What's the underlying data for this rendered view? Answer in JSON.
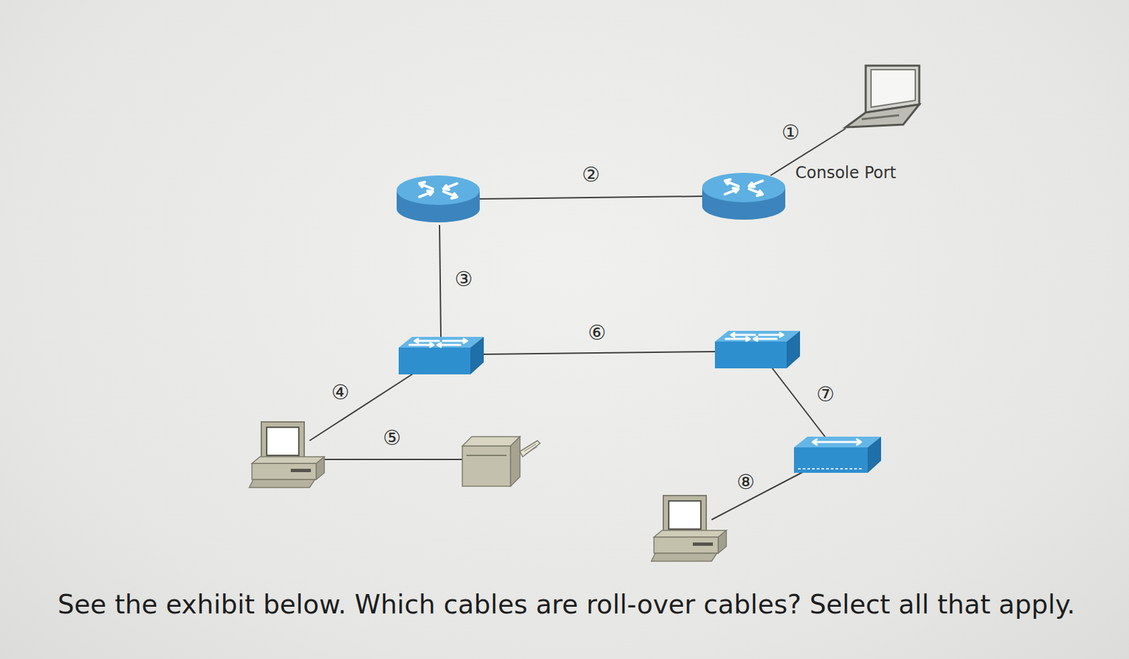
{
  "diagram": {
    "caption": "See the exhibit below. Which cables are roll-over cables? Select all that apply.",
    "labels": [
      "①",
      "②",
      "③",
      "④",
      "⑤",
      "⑥",
      "⑦",
      "⑧",
      "Console Port"
    ]
  }
}
